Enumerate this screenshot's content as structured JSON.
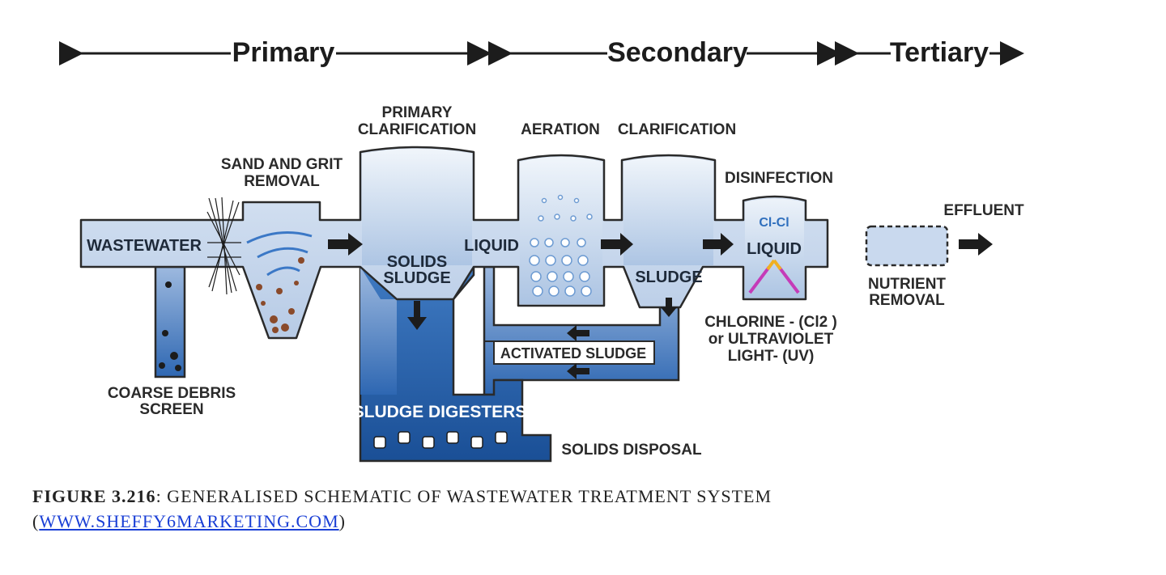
{
  "stages": {
    "primary": "Primary",
    "secondary": "Secondary",
    "tertiary": "Tertiary"
  },
  "labels": {
    "primary_clarification_1": "PRIMARY",
    "primary_clarification_2": "CLARIFICATION",
    "aeration": "AERATION",
    "clarification": "CLARIFICATION",
    "sand_grit_1": "SAND AND GRIT",
    "sand_grit_2": "REMOVAL",
    "disinfection": "DISINFECTION",
    "effluent": "EFFLUENT",
    "wastewater": "WASTEWATER",
    "liquid_1": "LIQUID",
    "liquid_2": "LIQUID",
    "solids_1": "SOLIDS",
    "solids_2": "SLUDGE",
    "sludge": "SLUDGE",
    "cl_formula": "Cl-Cl",
    "chlorine_1": "CHLORINE - (Cl2 )",
    "chlorine_2": "or ULTRAVIOLET",
    "chlorine_3": "LIGHT- (UV)",
    "nutrient_1": "NUTRIENT",
    "nutrient_2": "REMOVAL",
    "activated_sludge": "ACTIVATED SLUDGE",
    "coarse_1": "COARSE DEBRIS",
    "coarse_2": "SCREEN",
    "sludge_digesters": "SLUDGE DIGESTERS",
    "solids_disposal": "SOLIDS DISPOSAL"
  },
  "caption": {
    "figure_label": "FIGURE 3.216",
    "figure_text": ": GENERALISED SCHEMATIC OF WASTEWATER TREATMENT SYSTEM",
    "paren_open": "(",
    "link": "WWW.SHEFFY6MARKETING.COM",
    "paren_close": ")"
  },
  "colors": {
    "light_fill": "#c9d9ee",
    "pale_fill": "#e8eff8",
    "mid_blue": "#4f7fc0",
    "dark_blue": "#1f5aa6",
    "outline": "#2a2a2a"
  }
}
